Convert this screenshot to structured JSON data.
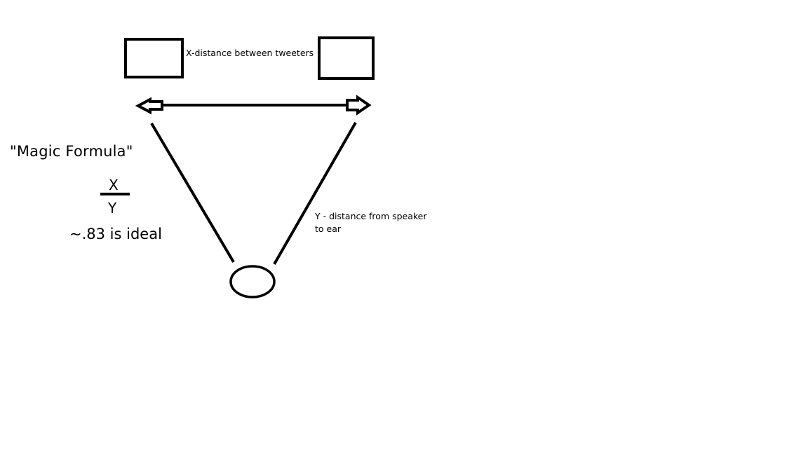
{
  "labels": {
    "x_distance": "X-distance between tweeters",
    "y_distance_line1": "Y - distance from speaker",
    "y_distance_line2": "to ear"
  },
  "formula": {
    "title": "\"Magic Formula\"",
    "numerator": "X",
    "denominator": "Y",
    "ideal": "~.83 is ideal"
  },
  "colors": {
    "stroke": "#000000",
    "background": "#ffffff"
  }
}
